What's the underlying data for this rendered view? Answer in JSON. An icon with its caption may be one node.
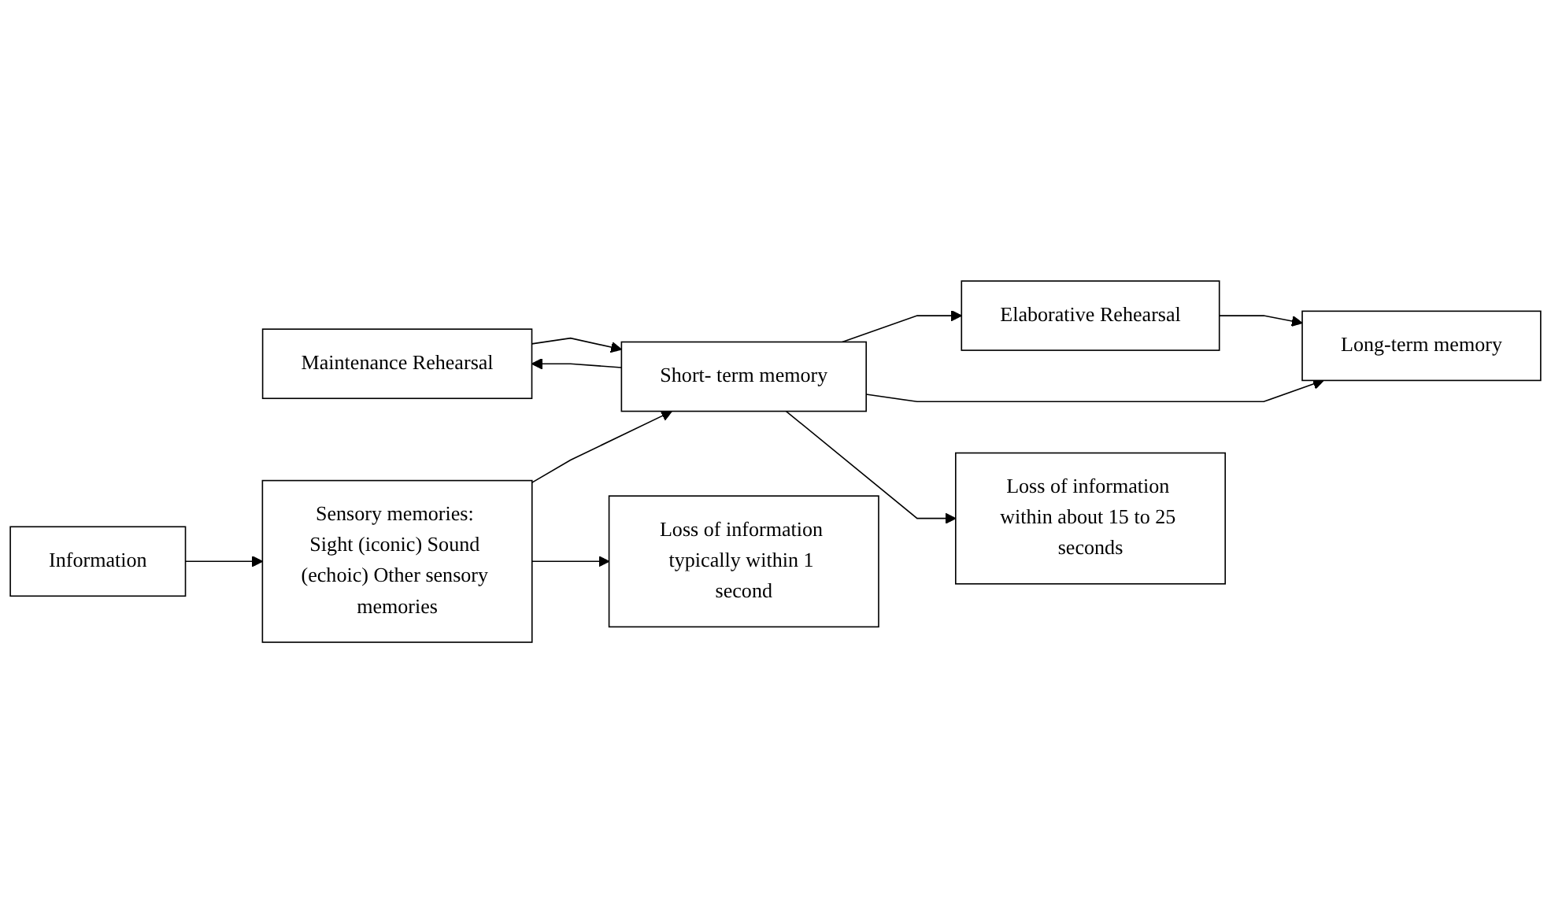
{
  "diagram": {
    "nodes": [
      {
        "text": [
          "Information"
        ]
      },
      {
        "text": [
          "Sensory memories: Sight (iconic) Sound (echoic) Other sensory memories"
        ]
      },
      {
        "text": [
          "Maintenance Rehearsal"
        ]
      },
      {
        "text": [
          "Elaborative Rehearsal"
        ]
      },
      {
        "text": [
          "Short- term memory"
        ]
      },
      {
        "text": [
          "Long-term memory"
        ]
      },
      {
        "text": [
          "Loss of information typically within 1 second"
        ]
      },
      {
        "text": [
          "Loss of information within about 15 to 25 seconds"
        ]
      }
    ],
    "edges": [
      {
        "from": 0,
        "to": 1,
        "arrow": "to"
      },
      {
        "from": 1,
        "to": 4,
        "arrow": "to"
      },
      {
        "from": 2,
        "to": 4,
        "arrow": "to"
      },
      {
        "from": 4,
        "to": 2,
        "arrow": "to"
      },
      {
        "from": 4,
        "to": 3,
        "arrow": "to"
      },
      {
        "from": 3,
        "to": 5,
        "arrow": "to"
      },
      {
        "from": 4,
        "to": 5,
        "arrow": "to"
      },
      {
        "from": 1,
        "to": 6,
        "arrow": "to"
      },
      {
        "from": 4,
        "to": 7,
        "arrow": "to"
      }
    ]
  }
}
